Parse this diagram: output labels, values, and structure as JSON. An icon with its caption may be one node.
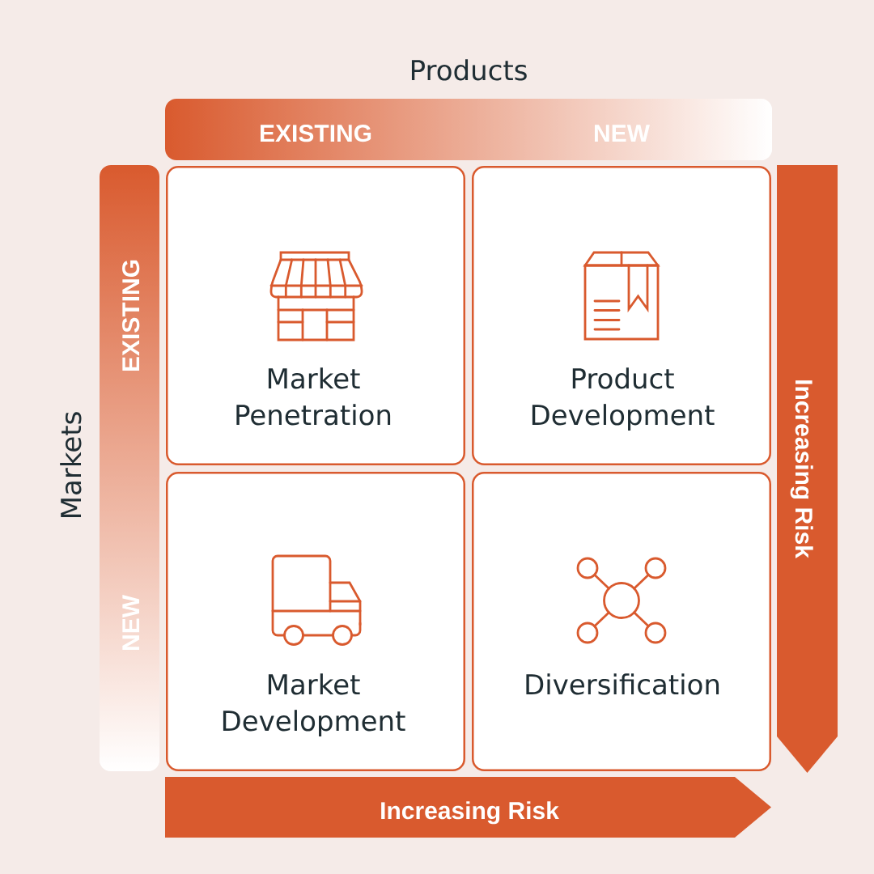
{
  "diagram": {
    "nodes": [
      {
        "text": [
          "EXISTING",
          "NEW"
        ],
        "beside": [
          "Products"
        ]
      },
      {
        "text": [
          "EXISTING",
          "NEW"
        ],
        "beside": [
          "Markets"
        ]
      },
      {
        "text": [
          "Market Penetration"
        ]
      },
      {
        "text": [
          "Product Development"
        ]
      },
      {
        "text": [
          "Market Development"
        ]
      },
      {
        "text": [
          "Diversification"
        ]
      },
      {
        "text": [
          "Increasing Risk"
        ]
      },
      {
        "text": [
          "Increasing Risk"
        ]
      }
    ]
  }
}
